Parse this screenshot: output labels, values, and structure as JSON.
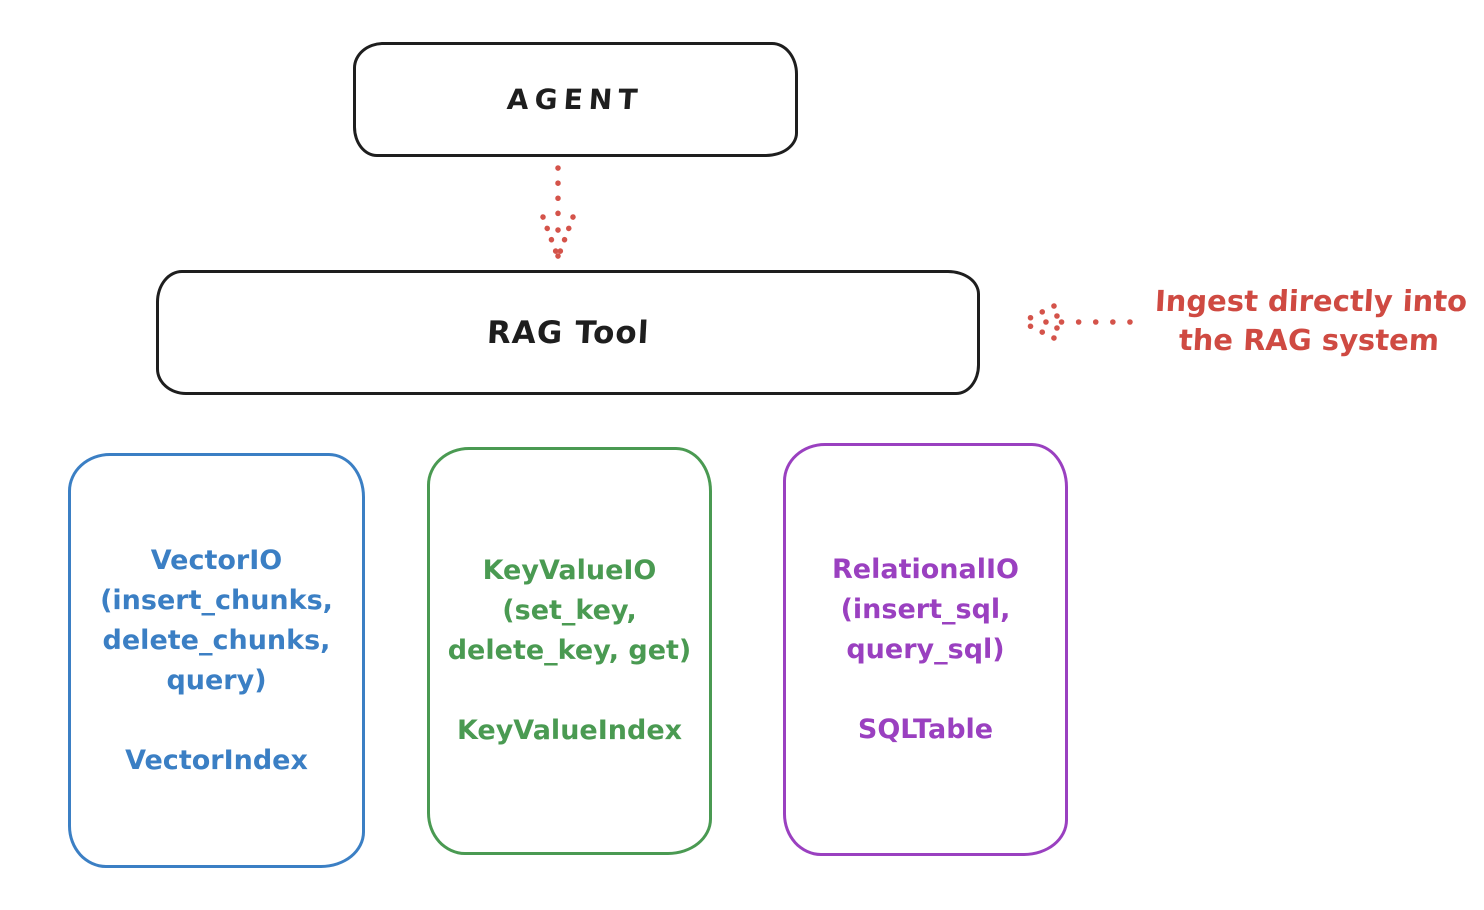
{
  "diagram": {
    "title_hint": "RAG Tool architecture sketch",
    "agent": {
      "label": "AGENT"
    },
    "rag_tool": {
      "label": "RAG Tool"
    },
    "annotation": {
      "line1": "Ingest directly into",
      "line2": "the RAG system"
    },
    "storage_boxes": [
      {
        "id": "vector-io",
        "lines": [
          "VectorIO",
          "(insert_chunks,",
          "delete_chunks,",
          "query)"
        ],
        "index_label": "VectorIndex",
        "color": "#3b7fc4"
      },
      {
        "id": "keyvalue-io",
        "lines": [
          "KeyValueIO",
          "(set_key,",
          "delete_key, get)"
        ],
        "index_label": "KeyValueIndex",
        "color": "#4a9a52"
      },
      {
        "id": "relational-io",
        "lines": [
          "RelationalIO",
          "(insert_sql,",
          "query_sql)"
        ],
        "index_label": "SQLTable",
        "color": "#9a40c0"
      }
    ],
    "colors": {
      "stroke_black": "#1e1e1e",
      "accent_red": "#cf4a42",
      "blue": "#3b7fc4",
      "green": "#4a9a52",
      "purple": "#9a40c0",
      "background": "#ffffff"
    }
  }
}
